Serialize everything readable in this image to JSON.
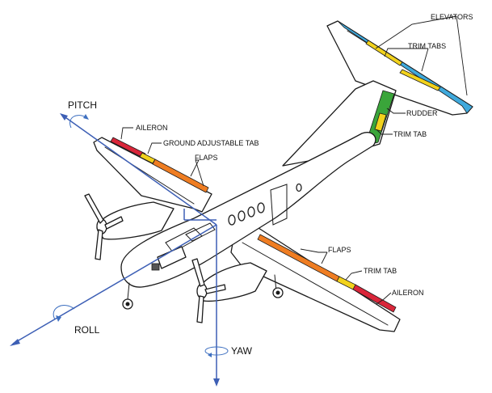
{
  "labels": {
    "elevators": "ELEVATORS",
    "trim_tabs": "TRIM TABS",
    "rudder": "RUDDER",
    "trim_tab_tail": "TRIM TAB",
    "aileron_left": "AILERON",
    "ground_adjustable_tab": "GROUND ADJUSTABLE TAB",
    "flaps_left": "FLAPS",
    "flaps_right": "FLAPS",
    "trim_tab_wing": "TRIM TAB",
    "aileron_right": "AILERON"
  },
  "axes": {
    "pitch": "PITCH",
    "roll": "ROLL",
    "yaw": "YAW"
  },
  "colors": {
    "elevator": "#3fa9dc",
    "trim_tab": "#f2d21c",
    "rudder_trim": "#3aa53a",
    "flaps": "#ef7d22",
    "aileron": "#d9263a",
    "axis": "#3d5fb5"
  }
}
